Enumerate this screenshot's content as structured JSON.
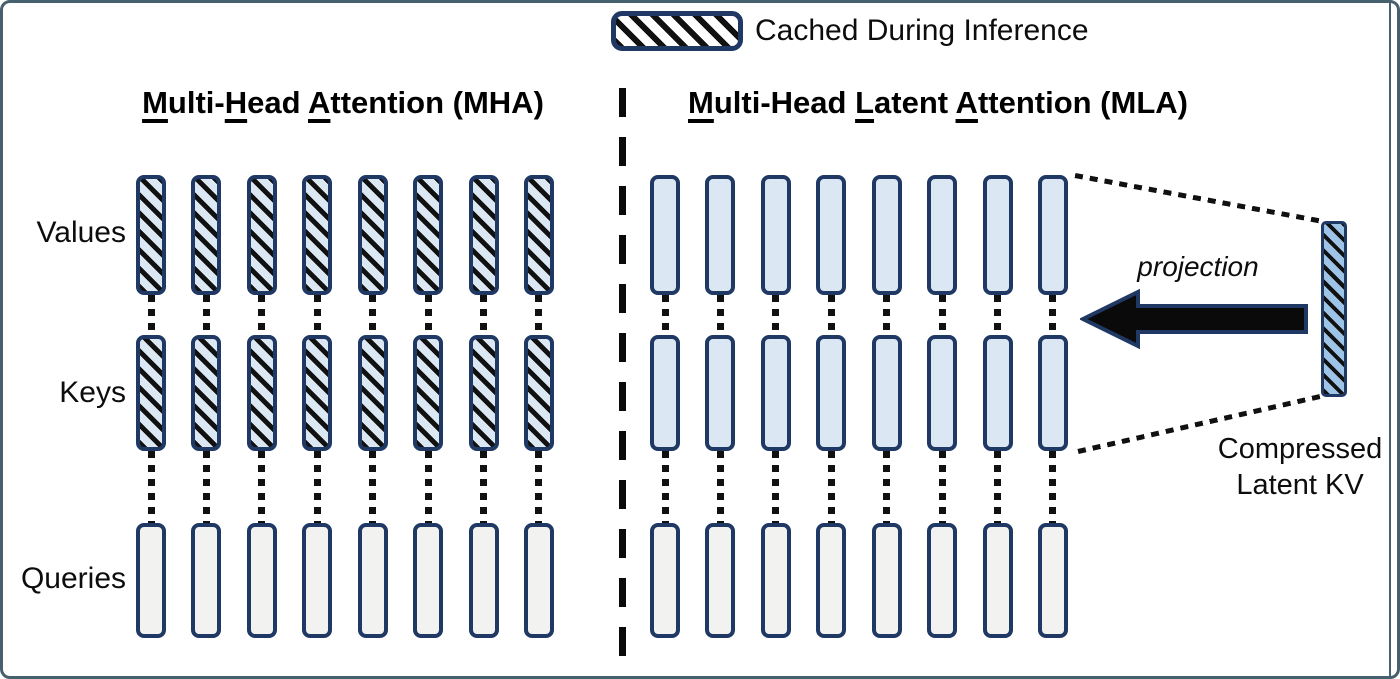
{
  "legend": {
    "label": "Cached During Inference"
  },
  "mha": {
    "title_parts": [
      {
        "text": "M",
        "underlined": true
      },
      {
        "text": "ulti-",
        "underlined": false
      },
      {
        "text": "H",
        "underlined": true
      },
      {
        "text": "ead ",
        "underlined": false
      },
      {
        "text": "A",
        "underlined": true
      },
      {
        "text": "ttention (MHA)",
        "underlined": false
      }
    ],
    "rows": [
      "cached",
      "cached",
      "plain"
    ]
  },
  "mla": {
    "title_parts": [
      {
        "text": "M",
        "underlined": true
      },
      {
        "text": "ulti-Head ",
        "underlined": false
      },
      {
        "text": "L",
        "underlined": true
      },
      {
        "text": "atent ",
        "underlined": false
      },
      {
        "text": "A",
        "underlined": true
      },
      {
        "text": "ttention (MLA)",
        "underlined": false
      }
    ],
    "rows": [
      "blue",
      "blue",
      "plain"
    ]
  },
  "row_labels": [
    "Values",
    "Keys",
    "Queries"
  ],
  "heads_per_row": 8,
  "annotation": {
    "projection_label": "projection",
    "compressed_label": "Compressed\nLatent KV"
  },
  "colors": {
    "navy": "#1f3864",
    "lightblue": "#dbe8f4",
    "gray": "#f2f2f0",
    "compblue": "#9dc3e6",
    "frame": "#46606e"
  }
}
